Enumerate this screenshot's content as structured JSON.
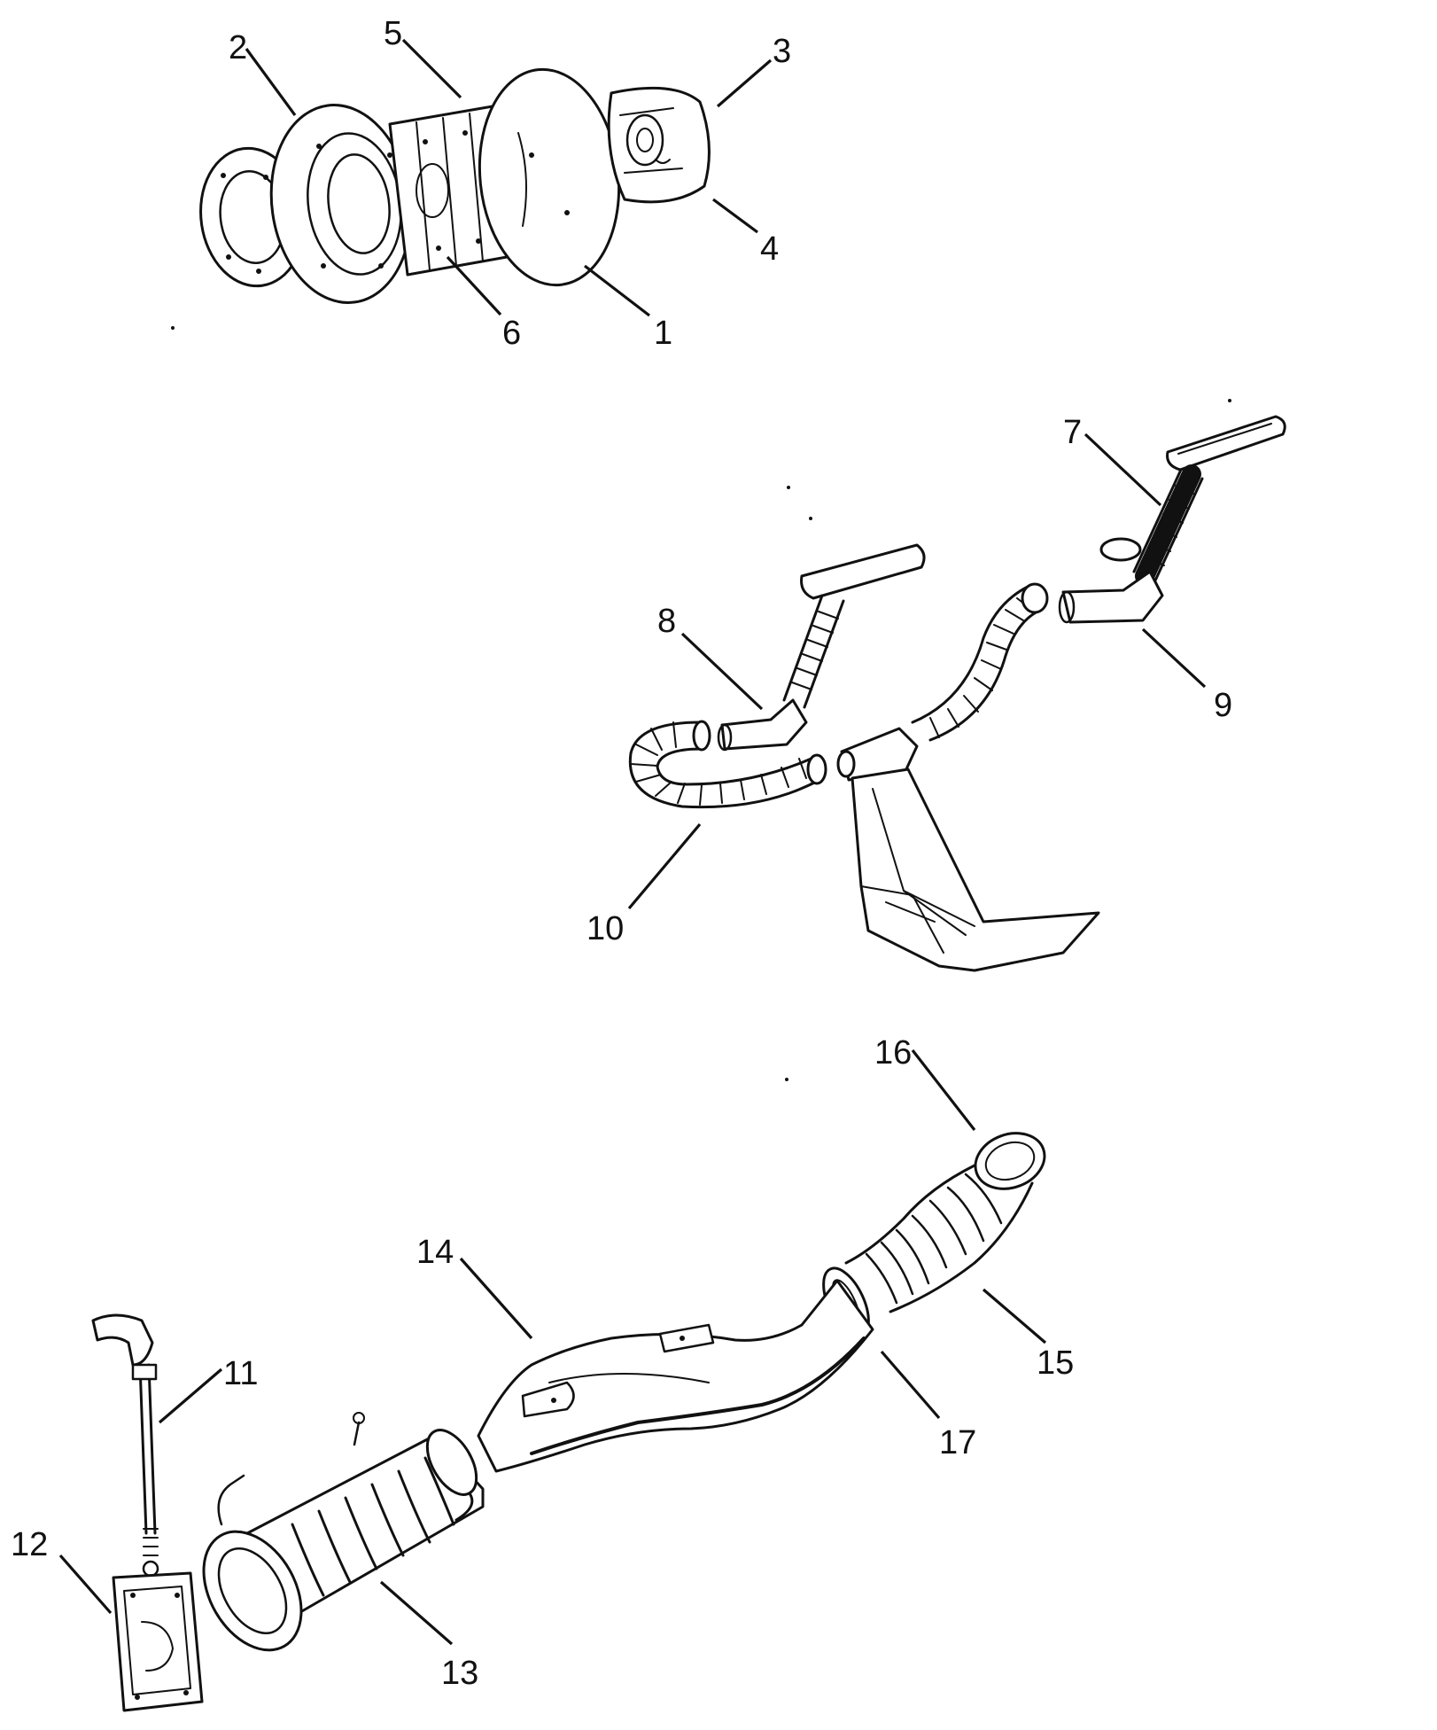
{
  "figure": {
    "callouts": [
      {
        "id": "1",
        "label": "1"
      },
      {
        "id": "2",
        "label": "2"
      },
      {
        "id": "3",
        "label": "3"
      },
      {
        "id": "4",
        "label": "4"
      },
      {
        "id": "5",
        "label": "5"
      },
      {
        "id": "6",
        "label": "6"
      },
      {
        "id": "7",
        "label": "7"
      },
      {
        "id": "8",
        "label": "8"
      },
      {
        "id": "9",
        "label": "9"
      },
      {
        "id": "10",
        "label": "10"
      },
      {
        "id": "11",
        "label": "11"
      },
      {
        "id": "12",
        "label": "12"
      },
      {
        "id": "13",
        "label": "13"
      },
      {
        "id": "14",
        "label": "14"
      },
      {
        "id": "15",
        "label": "15"
      },
      {
        "id": "16",
        "label": "16"
      },
      {
        "id": "17",
        "label": "17"
      }
    ]
  }
}
